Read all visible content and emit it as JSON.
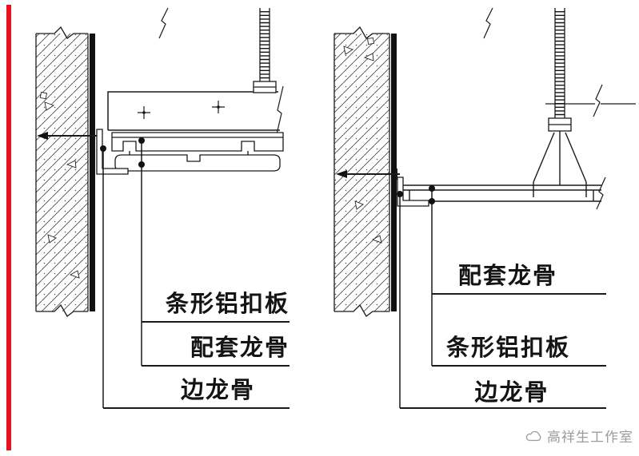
{
  "page": {
    "background": "#ffffff",
    "accent_bar_color": "#e8121c",
    "line_color": "#1a1a1a",
    "watermark_color": "#9c9c9c"
  },
  "left_detail": {
    "labels": {
      "panel": "条形铝扣板",
      "keel": "配套龙骨",
      "edge_keel": "边龙骨"
    }
  },
  "right_detail": {
    "labels": {
      "keel": "配套龙骨",
      "panel": "条形铝扣板",
      "edge_keel": "边龙骨"
    }
  },
  "watermark": {
    "text": "高祥生工作室",
    "logo": "cloud-icon"
  }
}
